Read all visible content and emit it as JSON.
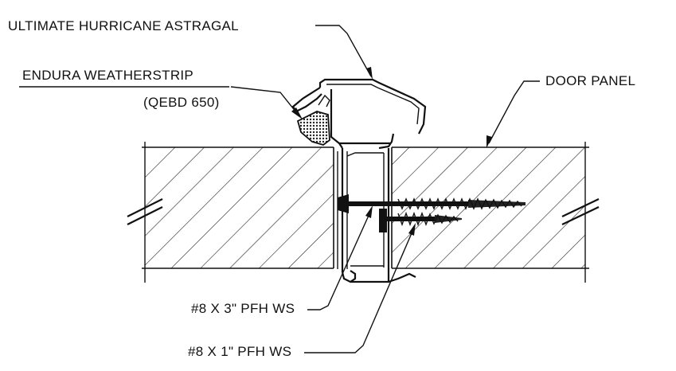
{
  "labels": {
    "astragal": "ULTIMATE HURRICANE ASTRAGAL",
    "weatherstrip_line1": "ENDURA WEATHERSTRIP",
    "weatherstrip_line2": "(QEBD 650)",
    "door_panel": "DOOR PANEL",
    "screw_long": "#8 X 3\" PFH WS",
    "screw_short": "#8 X 1\" PFH WS"
  },
  "colors": {
    "ink": "#111111",
    "background": "#ffffff"
  }
}
